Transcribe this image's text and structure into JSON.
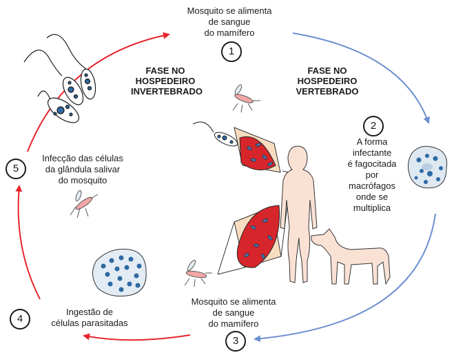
{
  "phases": {
    "invertebrate": [
      "FASE NO",
      "HOSPEDEIRO",
      "INVERTEBRADO"
    ],
    "vertebrate": [
      "FASE NO",
      "HOSPEDEIRO",
      "VERTEBRADO"
    ]
  },
  "steps": [
    {
      "number": "1",
      "lines": [
        "Mosquito se alimenta",
        "de sangue",
        "do mamífero"
      ]
    },
    {
      "number": "2",
      "lines": [
        "A forma",
        "infectante",
        "é fagocitada",
        "por",
        "macrófagos",
        "onde se",
        "multiplica"
      ]
    },
    {
      "number": "3",
      "lines": [
        "Mosquito se alimenta",
        "de sangue",
        "do mamífero"
      ]
    },
    {
      "number": "4",
      "lines": [
        "Ingestão de",
        "células parasitadas"
      ]
    },
    {
      "number": "5",
      "lines": [
        "Infecção das células",
        "da glândula salivar",
        "do mosquito"
      ]
    }
  ],
  "colors": {
    "invertebrate_arrow": "#e8242a",
    "vertebrate_arrow": "#6b8fd0",
    "blood_red": "#d7262b",
    "parasite_blue": "#2e6aa3",
    "skin": "#f9e1d4"
  },
  "icons": [
    "mosquito-icon",
    "promastigote-icon",
    "macrophage-icon",
    "woman-silhouette",
    "dog-silhouette",
    "skin-patch"
  ]
}
